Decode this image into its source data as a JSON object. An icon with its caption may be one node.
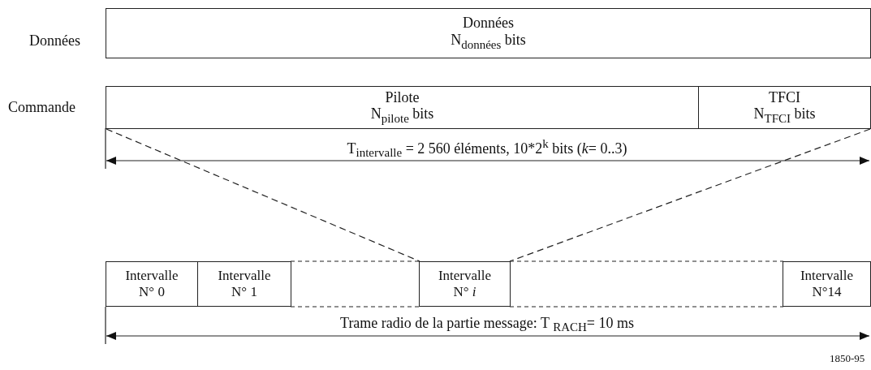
{
  "diagram": {
    "nodes": [
      {
        "text": [
          "Données",
          "N$_{données}$ bits"
        ]
      },
      {
        "text": [
          "Pilote",
          "N$_{pilote}$ bits"
        ]
      },
      {
        "text": [
          "TFCI",
          "N$_{TFCI}$ bits"
        ]
      },
      {
        "text": [
          "Intervalle N° 0"
        ]
      },
      {
        "text": [
          "Intervalle N° 1"
        ]
      },
      {
        "text": [
          "Intervalle N° *i*"
        ]
      },
      {
        "text": [
          "Intervalle N°14"
        ]
      }
    ],
    "edges": [
      {
        "from": 1,
        "to": 5,
        "arrow": "none",
        "style": "dashed"
      },
      {
        "from": 2,
        "to": 5,
        "arrow": "none",
        "style": "dashed"
      },
      {
        "from": 4,
        "to": 5,
        "arrow": "none",
        "style": "dashed"
      },
      {
        "from": 4,
        "to": 5,
        "arrow": "none",
        "style": "dashed"
      },
      {
        "from": 5,
        "to": 6,
        "arrow": "none",
        "style": "dashed"
      },
      {
        "from": 5,
        "to": 6,
        "arrow": "none",
        "style": "dashed"
      }
    ],
    "labels": [
      "Données",
      "Commande",
      "T$_{intervalle}$ = 2 560 éléments, 10*2$^{k}$ bits (*k*= 0..3)",
      "Trame radio de la partie message: T $_{RACH}$= 10 ms",
      "1850-95"
    ]
  }
}
